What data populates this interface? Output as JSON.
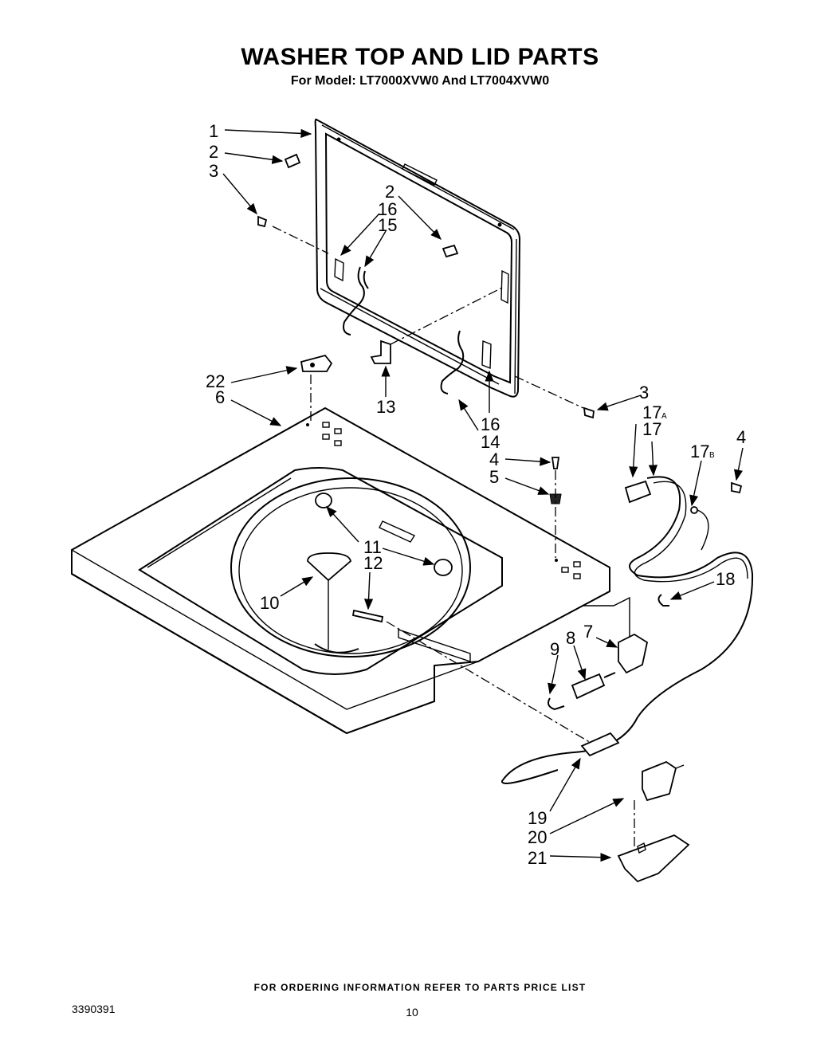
{
  "title": "WASHER TOP AND LID PARTS",
  "subtitle": "For Model: LT7000XVW0 And LT7004XVW0",
  "callouts": {
    "c1": "1",
    "c2a": "2",
    "c3a": "3",
    "c2b": "2",
    "c16a": "16",
    "c15": "15",
    "c22": "22",
    "c6": "6",
    "c13": "13",
    "c16b": "16",
    "c14": "14",
    "c3b": "3",
    "c17a": "17",
    "c17a_sub": "A",
    "c17": "17",
    "c17b": "17",
    "c17b_sub": "B",
    "c4a": "4",
    "c4b": "4",
    "c5": "5",
    "c11": "11",
    "c12": "12",
    "c10": "10",
    "c18": "18",
    "c7": "7",
    "c8": "8",
    "c9": "9",
    "c19": "19",
    "c20": "20",
    "c21": "21"
  },
  "footer": "FOR ORDERING INFORMATION REFER TO PARTS PRICE LIST",
  "document_number": "3390391",
  "page_number": "10"
}
